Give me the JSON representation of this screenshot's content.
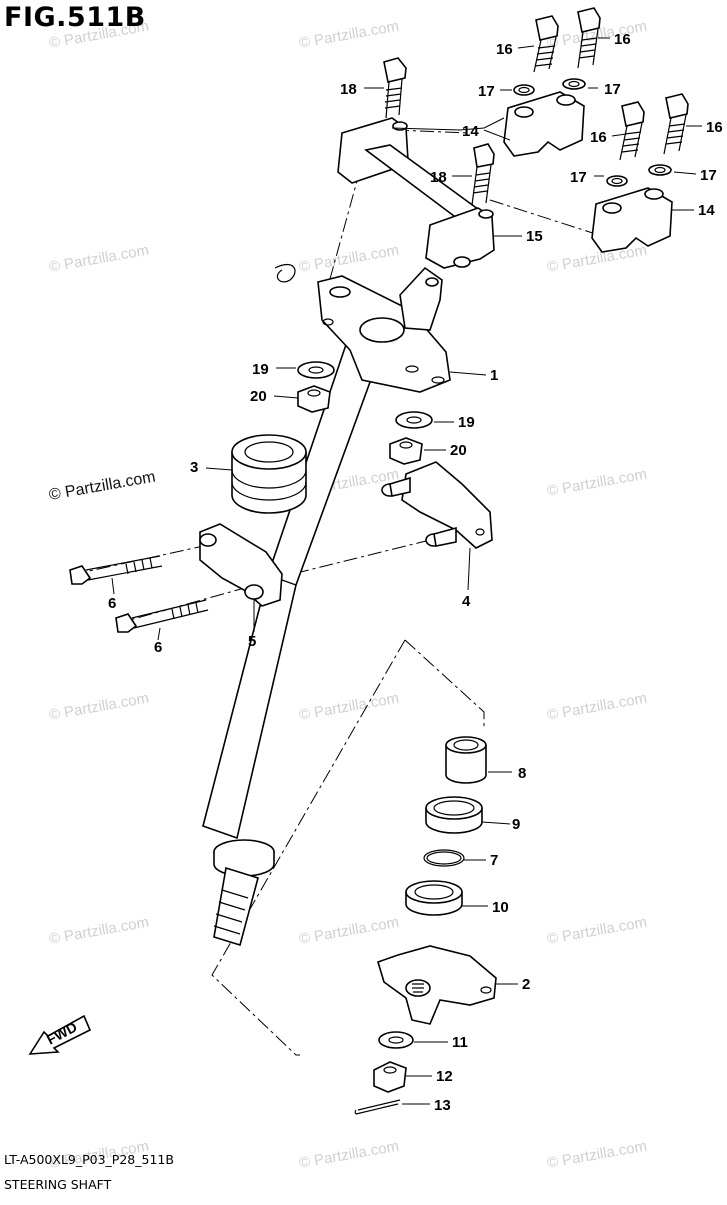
{
  "figure": {
    "title": "FIG.511B",
    "code": "LT-A500XL9_P03_P28_511B",
    "name": "STEERING SHAFT",
    "fwd_label": "FWD"
  },
  "watermark": {
    "text": "© Partzilla.com",
    "featured_text": "© Partzilla.com"
  },
  "callouts": [
    {
      "id": "c16a",
      "label": "16"
    },
    {
      "id": "c16b",
      "label": "16"
    },
    {
      "id": "c18a",
      "label": "18"
    },
    {
      "id": "c17a",
      "label": "17"
    },
    {
      "id": "c17b",
      "label": "17"
    },
    {
      "id": "c14a",
      "label": "14"
    },
    {
      "id": "c16c",
      "label": "16"
    },
    {
      "id": "c16d",
      "label": "16"
    },
    {
      "id": "c18b",
      "label": "18"
    },
    {
      "id": "c17c",
      "label": "17"
    },
    {
      "id": "c17d",
      "label": "17"
    },
    {
      "id": "c15",
      "label": "15"
    },
    {
      "id": "c14b",
      "label": "14"
    },
    {
      "id": "c1",
      "label": "1"
    },
    {
      "id": "c19a",
      "label": "19"
    },
    {
      "id": "c20a",
      "label": "20"
    },
    {
      "id": "c19b",
      "label": "19"
    },
    {
      "id": "c20b",
      "label": "20"
    },
    {
      "id": "c3",
      "label": "3"
    },
    {
      "id": "c4",
      "label": "4"
    },
    {
      "id": "c6a",
      "label": "6"
    },
    {
      "id": "c6b",
      "label": "6"
    },
    {
      "id": "c5",
      "label": "5"
    },
    {
      "id": "c8",
      "label": "8"
    },
    {
      "id": "c9",
      "label": "9"
    },
    {
      "id": "c7",
      "label": "7"
    },
    {
      "id": "c10",
      "label": "10"
    },
    {
      "id": "c2",
      "label": "2"
    },
    {
      "id": "c11",
      "label": "11"
    },
    {
      "id": "c12",
      "label": "12"
    },
    {
      "id": "c13",
      "label": "13"
    }
  ]
}
